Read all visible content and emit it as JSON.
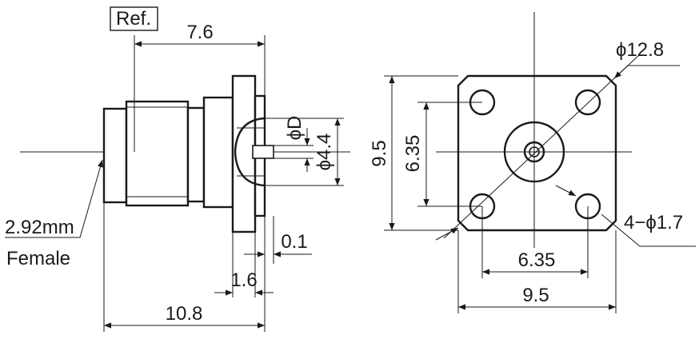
{
  "side_view": {
    "ref_label": "Ref.",
    "dim_top": "7.6",
    "dim_bottom": "10.8",
    "dim_flange": "1.6",
    "dim_step": "0.1",
    "dim_inner": "ϕD",
    "dim_outer": "ϕ4.4",
    "connector_type_line1": "2.92mm",
    "connector_type_line2": "Female"
  },
  "front_view": {
    "dim_diag": "ϕ12.8",
    "dim_height": "9.5",
    "dim_hole_spacing_v": "6.35",
    "dim_hole_spacing_h": "6.35",
    "dim_width": "9.5",
    "dim_holes": "4−ϕ1.7"
  }
}
